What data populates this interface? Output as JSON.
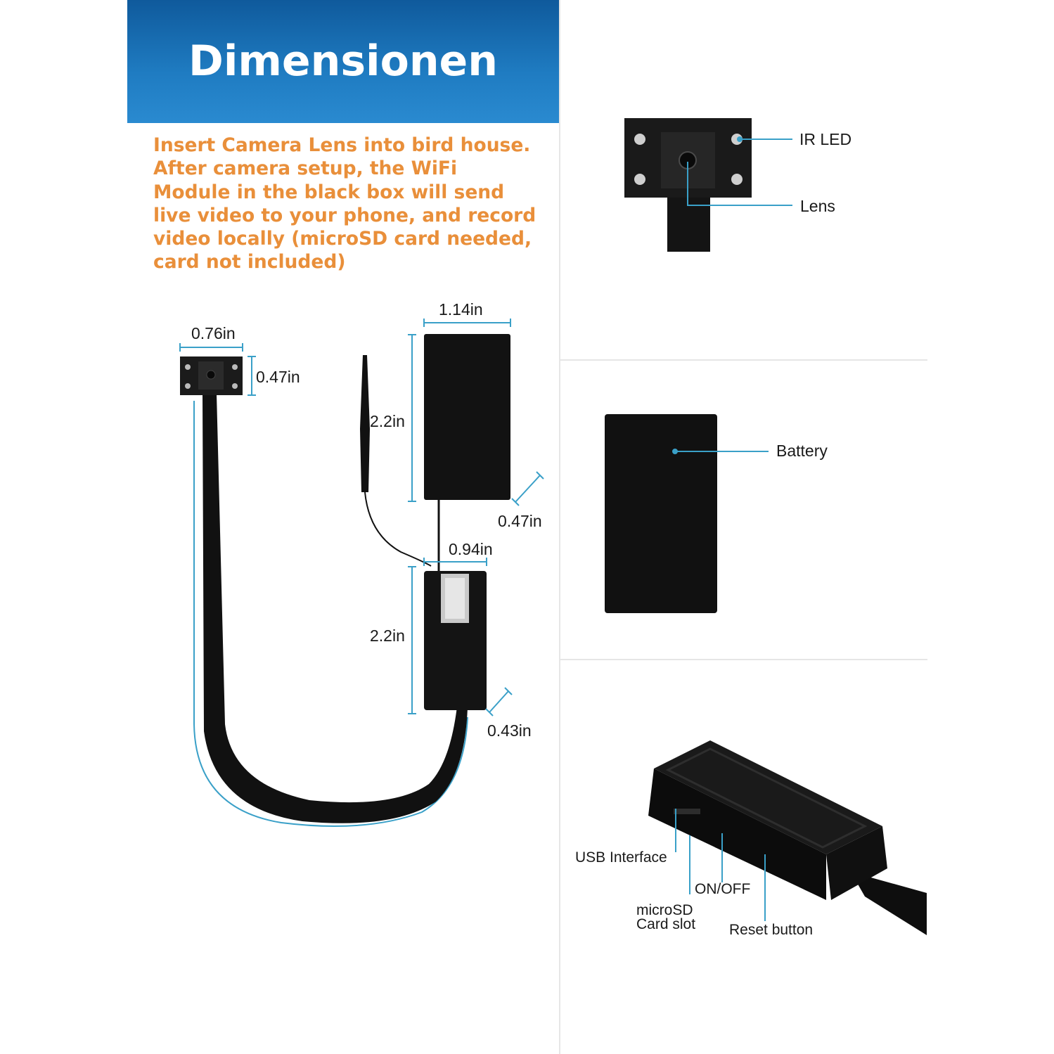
{
  "header": {
    "title": "Dimensionen"
  },
  "description": [
    "Insert Camera Lens into bird house.",
    "After camera setup, the WiFi",
    "Module in the black box will send",
    "live video to your phone, and record",
    "video locally (microSD card needed,",
    "card not included)"
  ],
  "dimensions": {
    "cam_width": "0.76in",
    "cam_height": "0.47in",
    "battery_width": "1.14in",
    "battery_height": "2.2in",
    "battery_depth": "0.47in",
    "module_width": "0.94in",
    "module_height": "2.2in",
    "module_depth": "0.43in"
  },
  "callouts": {
    "ir_led": "IR LED",
    "lens": "Lens",
    "battery": "Battery",
    "usb_interface": "USB Interface",
    "on_off": "ON/OFF",
    "microsd_line1": "microSD",
    "microsd_line2": "Card slot",
    "reset_button": "Reset button"
  },
  "colors": {
    "header_blue": "#1f7cc2",
    "text_orange": "#e98f3a",
    "dimension_line": "#3aa0c8"
  }
}
